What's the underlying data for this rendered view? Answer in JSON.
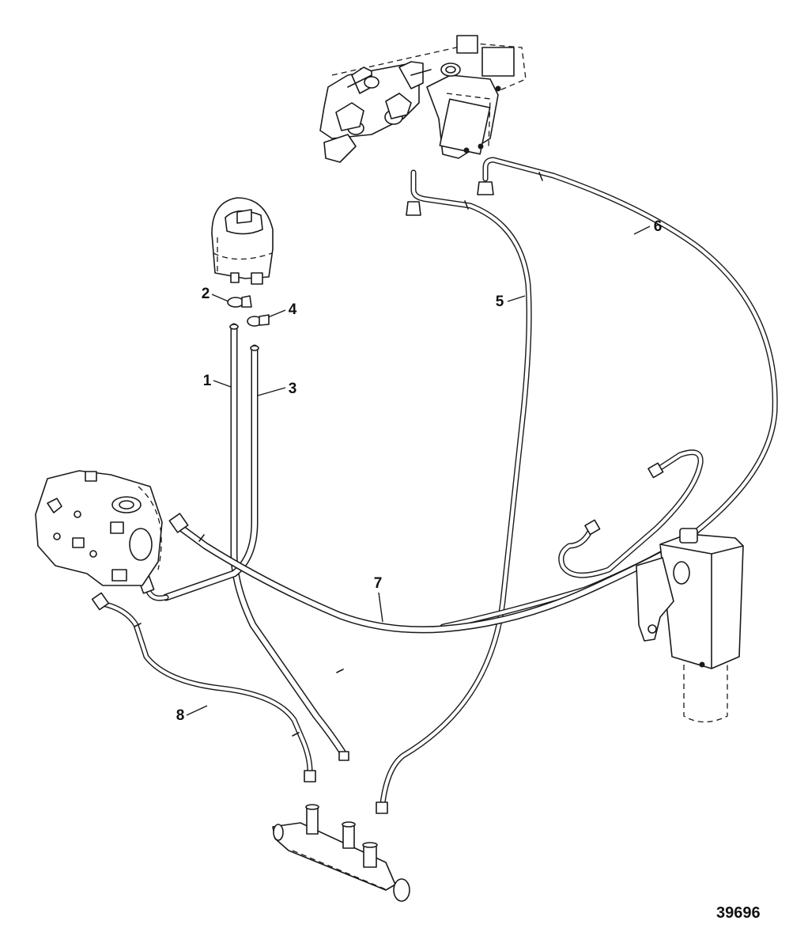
{
  "figure": {
    "id": "39696"
  },
  "callouts": [
    {
      "n": "1"
    },
    {
      "n": "2"
    },
    {
      "n": "3"
    },
    {
      "n": "4"
    },
    {
      "n": "5"
    },
    {
      "n": "6"
    },
    {
      "n": "7"
    },
    {
      "n": "8"
    }
  ]
}
